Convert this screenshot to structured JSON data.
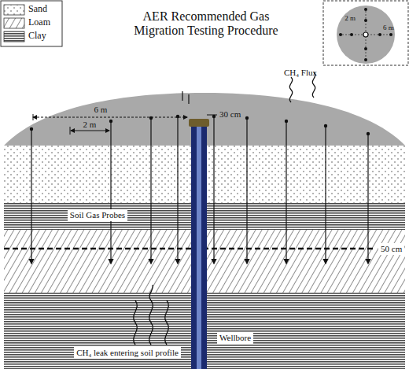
{
  "diagram": {
    "title": "AER Recommended Gas Migration Testing Procedure",
    "labels": [
      "CH₄ Flux",
      "2 m",
      "6 m",
      "6 m",
      "2 m",
      "30 cm",
      "50 cm",
      "Soil Gas Probes",
      "Wellbore",
      "CH₄ leak entering soil profile"
    ],
    "legend": [
      {
        "text": "Sand"
      },
      {
        "text": "Loam"
      },
      {
        "text": "Clay"
      }
    ]
  }
}
